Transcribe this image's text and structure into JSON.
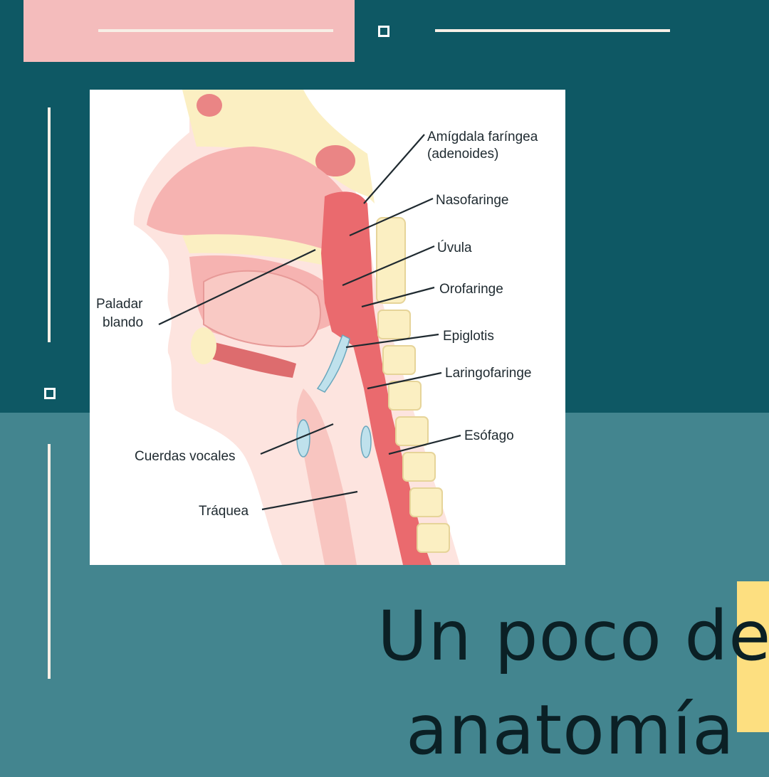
{
  "headline": {
    "line1": "Un poco de",
    "line2": "anatomía"
  },
  "diagram": {
    "labels": {
      "amigdala_1": "Amígdala faríngea",
      "amigdala_2": "(adenoides)",
      "nasofaringe": "Nasofaringe",
      "uvula": "Úvula",
      "orofaringe": "Orofaringe",
      "epiglotis": "Epiglotis",
      "laringofaringe": "Laringofaringe",
      "esofago": "Esófago",
      "paladar_1": "Paladar",
      "paladar_2": "blando",
      "cuerdas": "Cuerdas vocales",
      "traquea": "Tráquea"
    }
  },
  "colors": {
    "dark_teal": "#0e5864",
    "light_teal": "#43858f",
    "pink_block": "#f4bcbc",
    "yellow_block": "#fddf80",
    "tissue_pink": "#f6b3b1",
    "tissue_red": "#ea6a6e",
    "bone_cream": "#fbefc2"
  }
}
